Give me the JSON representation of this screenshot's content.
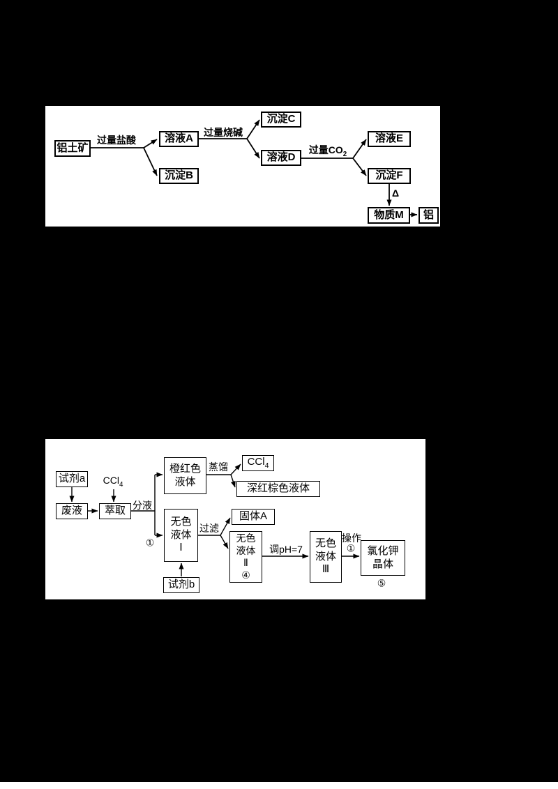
{
  "panel1": {
    "nodes": {
      "bauxite": "铝土矿",
      "solution_a": "溶液A",
      "precipitate_b": "沉淀B",
      "precipitate_c": "沉淀C",
      "solution_d": "溶液D",
      "solution_e": "溶液E",
      "precipitate_f": "沉淀F",
      "substance_m": "物质M",
      "aluminum": "铝"
    },
    "labels": {
      "excess_hcl": "过量盐酸",
      "excess_naoh": "过量烧碱",
      "excess_co2_base": "过量CO",
      "excess_co2_sub": "2",
      "delta": "Δ"
    }
  },
  "panel2": {
    "nodes": {
      "reagent_a": "试剂a",
      "waste_liquid": "废液",
      "extraction": "萃取",
      "orange_red_liquid": [
        "橙红色",
        "液体"
      ],
      "ccl4_base": "CCl",
      "ccl4_sub": "4",
      "dark_red_brown_liquid": "深红棕色液体",
      "colorless_liquid_1": [
        "无色",
        "液体",
        "Ⅰ"
      ],
      "solid_a": "固体A",
      "colorless_liquid_2": [
        "无色",
        "液体",
        "Ⅱ",
        "④"
      ],
      "colorless_liquid_3": [
        "无色",
        "液体",
        "Ⅲ"
      ],
      "kcl_crystal": [
        "氯化钾",
        "晶体"
      ],
      "reagent_b": "试剂b"
    },
    "labels": {
      "ccl4_base": "CCl",
      "ccl4_sub": "4",
      "separation": "分液",
      "step1": "①",
      "distillation": "蒸馏",
      "filtration": "过滤",
      "adjust_ph": "调pH=7",
      "operation": "操作",
      "operation_step": "①",
      "step5": "⑤"
    }
  }
}
